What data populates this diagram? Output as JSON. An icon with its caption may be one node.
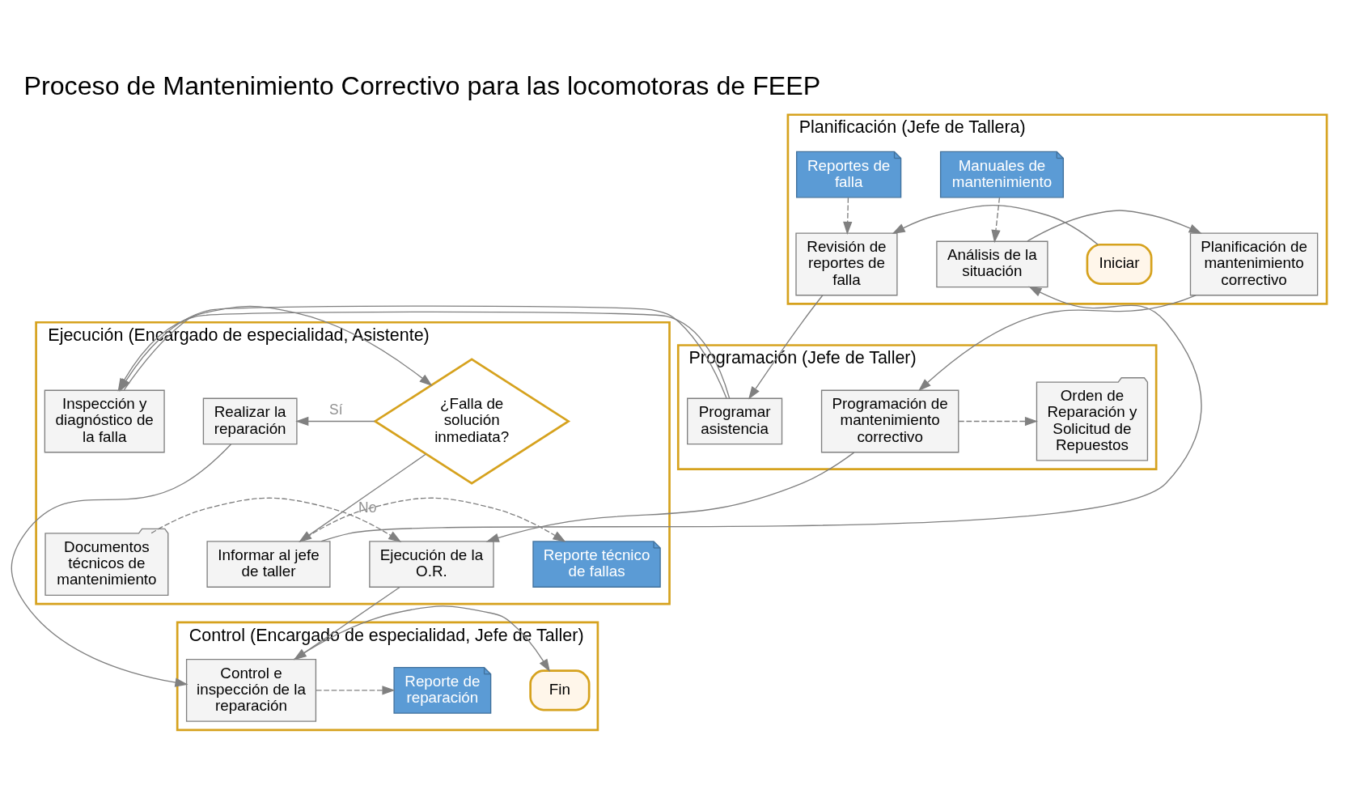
{
  "diagram": {
    "title": "Proceso de Mantenimiento Correctivo para las locomotoras de FEEP",
    "nodes": [
      {
        "text": [
          "Planificación (Jefe de Tallera)"
        ]
      },
      {
        "text": [
          "Programación (Jefe de Taller)"
        ]
      },
      {
        "text": [
          "Ejecución (Encargado de especialidad, Asistente)"
        ]
      },
      {
        "text": [
          "Control (Encargado de especialidad, Jefe de Taller)"
        ]
      },
      {
        "text": [
          "Iniciar"
        ],
        "in": 0
      },
      {
        "text": [
          "Reportes de falla"
        ],
        "in": 0
      },
      {
        "text": [
          "Manuales de mantenimiento"
        ],
        "in": 0
      },
      {
        "text": [
          "Revisión de reportes de falla"
        ],
        "in": 0
      },
      {
        "text": [
          "Análisis de la situación"
        ],
        "in": 0
      },
      {
        "text": [
          "Planificación de mantenimiento correctivo"
        ],
        "in": 0
      },
      {
        "text": [
          "Programar asistencia"
        ],
        "in": 1
      },
      {
        "text": [
          "Programación de mantenimiento correctivo"
        ],
        "in": 1
      },
      {
        "text": [
          "Orden de Reparación y Solicitud de Repuestos"
        ],
        "in": 1
      },
      {
        "text": [
          "Informar al jefe de taller"
        ],
        "in": 2
      },
      {
        "text": [
          "Reporte técnico de fallas"
        ],
        "in": 2
      },
      {
        "text": [
          "Ejecución de la O.R."
        ],
        "in": 2
      },
      {
        "text": [
          "Documentos técnicos de mantenimiento"
        ],
        "in": 2
      },
      {
        "text": [
          "Inspección y diagnóstico de la falla"
        ],
        "in": 2
      },
      {
        "text": [
          "¿Falla de solución inmediata?"
        ],
        "in": 2
      },
      {
        "text": [
          "Realizar la reparación"
        ],
        "in": 2
      },
      {
        "text": [
          "Reporte de reparación"
        ],
        "in": 3
      },
      {
        "text": [
          "Control e inspección de la reparación"
        ],
        "in": 3
      },
      {
        "text": [
          "Fin"
        ],
        "in": 3
      }
    ],
    "edges": [
      {
        "from": 4,
        "to": 7,
        "arrow": "to"
      },
      {
        "from": 5,
        "to": 7,
        "arrow": "to",
        "style": "dashed"
      },
      {
        "from": 6,
        "to": 8,
        "arrow": "to",
        "style": "dashed"
      },
      {
        "from": 8,
        "to": 9,
        "arrow": "to"
      },
      {
        "from": 7,
        "to": 10,
        "arrow": "to"
      },
      {
        "from": 9,
        "to": 11,
        "arrow": "to"
      },
      {
        "from": 11,
        "to": 12,
        "arrow": "to",
        "style": "dashed"
      },
      {
        "from": 10,
        "to": 17,
        "arrow": "to"
      },
      {
        "from": 17,
        "to": 18,
        "arrow": "to"
      },
      {
        "from": 18,
        "to": 13,
        "arrow": "to",
        "label": "No"
      },
      {
        "from": 13,
        "to": 8,
        "arrow": "to"
      },
      {
        "from": 13,
        "to": 14,
        "arrow": "to",
        "style": "dashed"
      },
      {
        "from": 18,
        "to": 19,
        "arrow": "to",
        "label": "Sí"
      },
      {
        "from": 11,
        "to": 15,
        "arrow": "to"
      },
      {
        "from": 16,
        "to": 15,
        "arrow": "to",
        "style": "dashed"
      },
      {
        "from": 19,
        "to": 21,
        "arrow": "to"
      },
      {
        "from": 15,
        "to": 21,
        "arrow": "to"
      },
      {
        "from": 21,
        "to": 20,
        "arrow": "to",
        "style": "dashed"
      },
      {
        "from": 21,
        "to": 22,
        "arrow": "to"
      }
    ]
  }
}
